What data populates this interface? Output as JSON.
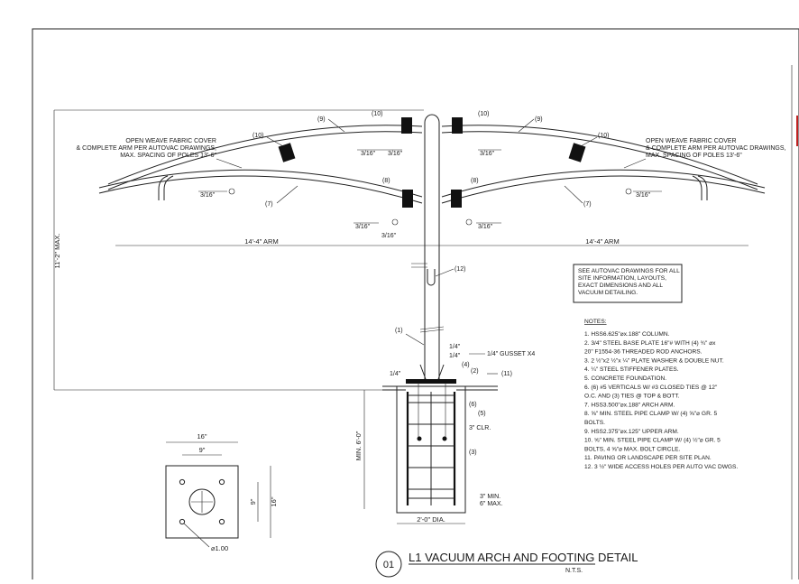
{
  "labels": {
    "cover_left": [
      "OPEN WEAVE FABRIC COVER",
      "& COMPLETE ARM PER AUTOVAC DRAWINGS,",
      "MAX. SPACING OF POLES 13'-6\""
    ],
    "cover_right": [
      "OPEN WEAVE FABRIC COVER",
      "& COMPLETE ARM PER AUTOVAC DRAWINGS,",
      "MAX. SPACING OF POLES 13'-6\""
    ],
    "arm_left": "14'-4\" ARM",
    "arm_right": "14'-4\" ARM",
    "height_max": "11'-2\" MAX.",
    "min_depth": "MIN. 6'-0\"",
    "dia": "2'-0\" DIA.",
    "clr": "3\" CLR.",
    "min_max": [
      "3\" MIN.",
      "6\" MAX."
    ],
    "gusset": "1/4\" GUSSET X4",
    "quarter": "1/4\"",
    "weld_316": "3/16\"",
    "plate_16": "16\"",
    "plate_9": "9\"",
    "hole_dia": "⌀1.00",
    "callouts": [
      "(1)",
      "(2)",
      "(3)",
      "(4)",
      "(5)",
      "(6)",
      "(7)",
      "(8)",
      "(9)",
      "(10)",
      "(11)",
      "(12)"
    ]
  },
  "autovac_box": [
    "SEE AUTOVAC DRAWINGS FOR ALL",
    "SITE INFORMATION, LAYOUTS,",
    "EXACT DIMENSIONS AND ALL",
    "VACUUM DETAILING."
  ],
  "notes_title": "NOTES:",
  "notes": [
    "1. HSS6.625\"⌀x.188\" COLUMN.",
    "2. 3/4\" STEEL BASE PLATE 16\"# WITH (4) ¾\" ⌀x",
    "    20\" F1554-36 THREADED ROD ANCHORS.",
    "3. 2 ½\"x2 ½\"x ¼\" PLATE WASHER & DOUBLE NUT.",
    "4. ¼\" STEEL STIFFENER PLATES.",
    "5. CONCRETE FOUNDATION.",
    "6. (6) #5 VERTICALS W/ #3 CLOSED TIES @ 12\"",
    "    O.C. AND (3) TIES @ TOP & BOTT.",
    "7. HSS3.500\"⌀x.188\" ARCH ARM.",
    "8. ⅝\" MIN. STEEL PIPE CLAMP W/ (4) ⅝\"⌀ GR. 5",
    "    BOLTS.",
    "9. HSS2.375\"⌀x.125\" UPPER ARM.",
    "10. ⅝\" MIN. STEEL PIPE CLAMP W/ (4) ½\"⌀ GR. 5",
    "    BOLTS, 4 ⅝\"⌀ MAX. BOLT CIRCLE.",
    "11. PAVING OR LANDSCAPE PER SITE PLAN.",
    "12. 3 ½\" WIDE ACCESS HOLES PER AUTO VAC DWGS."
  ],
  "title": {
    "number": "01",
    "text": "L1 VACUUM ARCH AND FOOTING DETAIL",
    "scale": "N.T.S."
  }
}
